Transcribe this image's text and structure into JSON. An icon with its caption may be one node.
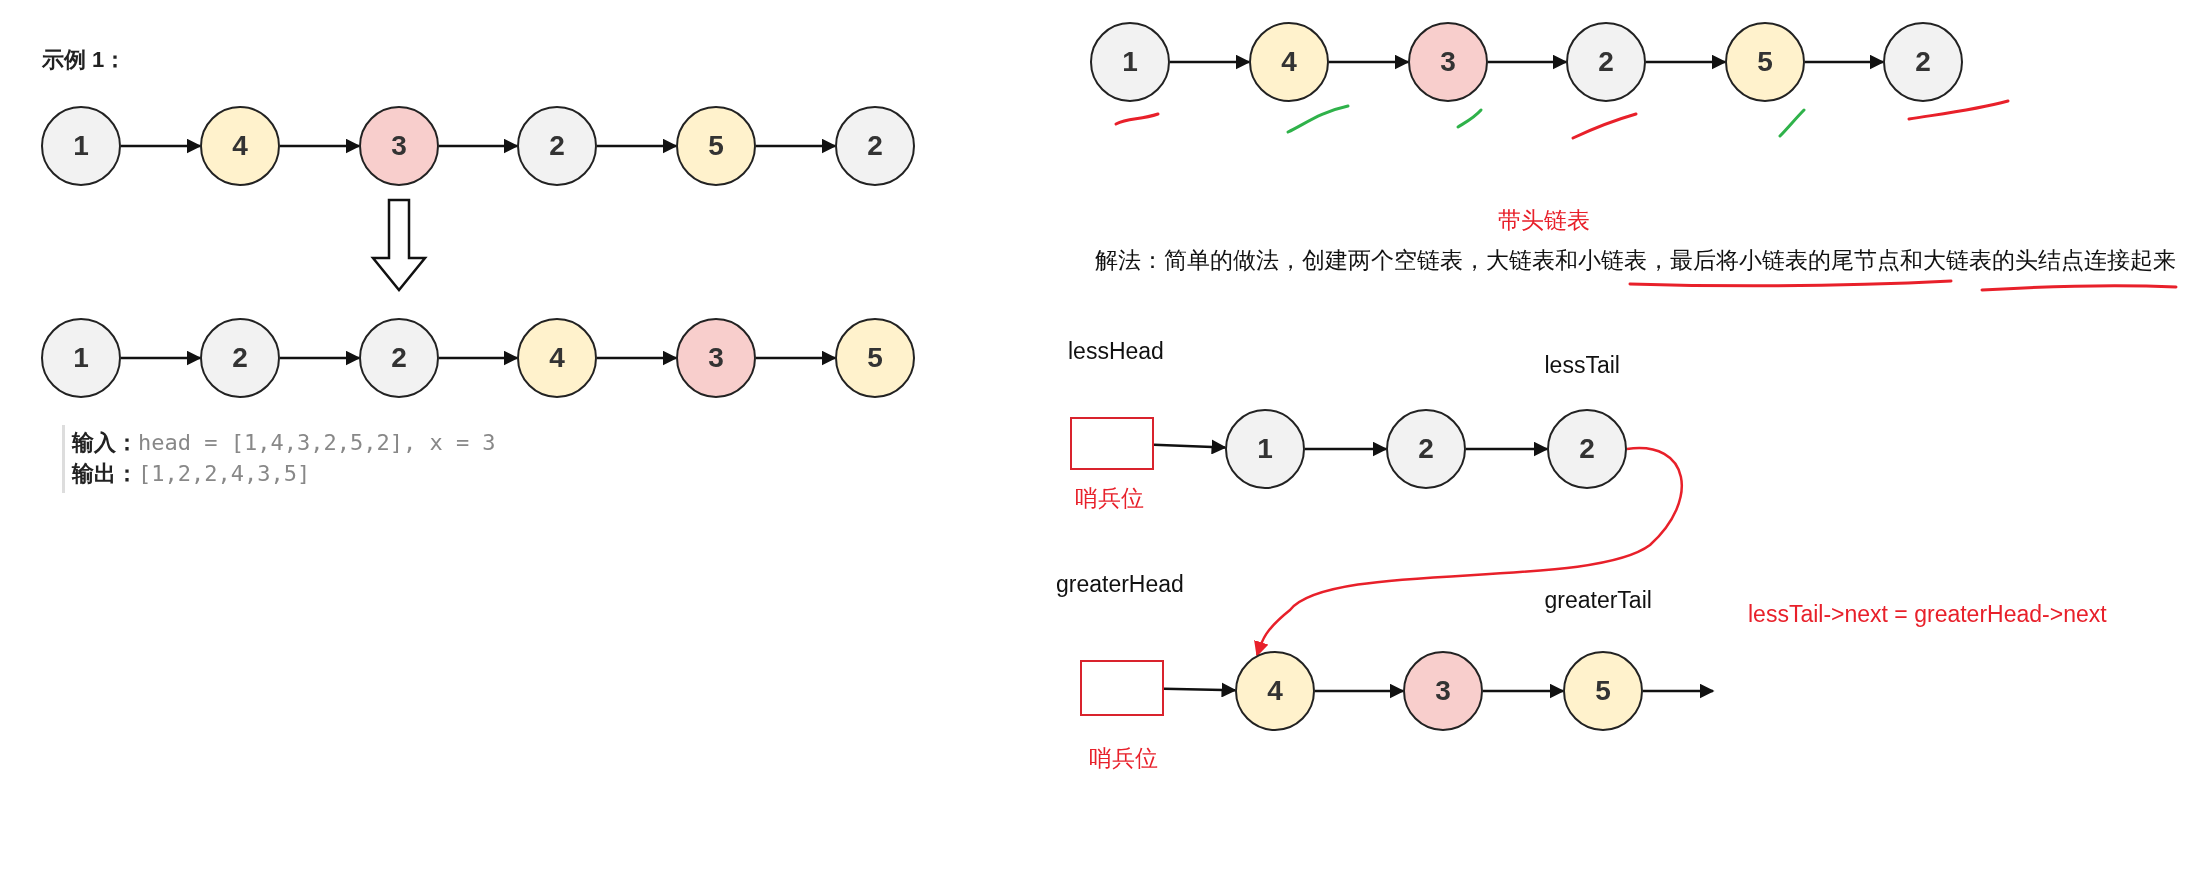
{
  "diagram": {
    "nodes": [
      {
        "text": [
          "1"
        ]
      },
      {
        "text": [
          "4"
        ]
      },
      {
        "text": [
          "3"
        ]
      },
      {
        "text": [
          "2"
        ]
      },
      {
        "text": [
          "5"
        ]
      },
      {
        "text": [
          "2"
        ]
      },
      {
        "text": [
          "1"
        ]
      },
      {
        "text": [
          "2"
        ]
      },
      {
        "text": [
          "2"
        ]
      },
      {
        "text": [
          "4"
        ]
      },
      {
        "text": [
          "3"
        ]
      },
      {
        "text": [
          "5"
        ]
      },
      {
        "text": [
          "1"
        ]
      },
      {
        "text": [
          "4"
        ]
      },
      {
        "text": [
          "3"
        ]
      },
      {
        "text": [
          "2"
        ]
      },
      {
        "text": [
          "5"
        ]
      },
      {
        "text": [
          "2"
        ]
      },
      {
        "text": [
          "lessHead"
        ],
        "beside": [
          "哨兵位"
        ]
      },
      {
        "text": [
          "1"
        ]
      },
      {
        "text": [
          "2"
        ]
      },
      {
        "text": [
          "2"
        ],
        "beside": [
          "lessTail"
        ]
      },
      {
        "text": [
          "greaterHead"
        ],
        "beside": [
          "哨兵位"
        ]
      },
      {
        "text": [
          "4"
        ]
      },
      {
        "text": [
          "3"
        ]
      },
      {
        "text": [
          "5"
        ],
        "beside": [
          "greaterTail"
        ]
      }
    ],
    "edges": [
      {
        "from": 0,
        "to": 1,
        "arrow": "to"
      },
      {
        "from": 1,
        "to": 2,
        "arrow": "to"
      },
      {
        "from": 2,
        "to": 3,
        "arrow": "to"
      },
      {
        "from": 3,
        "to": 4,
        "arrow": "to"
      },
      {
        "from": 4,
        "to": 5,
        "arrow": "to"
      },
      {
        "from": 2,
        "to": 8,
        "arrow": "to",
        "style": "thick"
      },
      {
        "from": 6,
        "to": 7,
        "arrow": "to"
      },
      {
        "from": 7,
        "to": 8,
        "arrow": "to"
      },
      {
        "from": 8,
        "to": 9,
        "arrow": "to"
      },
      {
        "from": 9,
        "to": 10,
        "arrow": "to"
      },
      {
        "from": 10,
        "to": 11,
        "arrow": "to"
      },
      {
        "from": 12,
        "to": 13,
        "arrow": "to"
      },
      {
        "from": 13,
        "to": 14,
        "arrow": "to"
      },
      {
        "from": 14,
        "to": 15,
        "arrow": "to"
      },
      {
        "from": 15,
        "to": 16,
        "arrow": "to"
      },
      {
        "from": 16,
        "to": 17,
        "arrow": "to"
      },
      {
        "from": 18,
        "to": 19,
        "arrow": "to"
      },
      {
        "from": 19,
        "to": 20,
        "arrow": "to"
      },
      {
        "from": 20,
        "to": 21,
        "arrow": "to"
      },
      {
        "from": 21,
        "to": 23,
        "arrow": "to",
        "color": "#e8202a"
      },
      {
        "from": 22,
        "to": 23,
        "arrow": "to"
      },
      {
        "from": 23,
        "to": 24,
        "arrow": "to"
      },
      {
        "from": 24,
        "to": 25,
        "arrow": "to"
      },
      {
        "from": 25,
        "to": null,
        "arrow": "to"
      }
    ],
    "labels": [
      "示例 1：",
      "**输入：**head = [1,4,3,2,5,2], x = 3",
      "**输出：**[1,2,2,4,3,5]",
      "带头链表",
      "解法：简单的做法，创建两个空链表，大链表和小链表，最后将小链表的尾节点和大链表的头结点连接起来",
      "lessTail->next = greaterHead->next"
    ]
  }
}
